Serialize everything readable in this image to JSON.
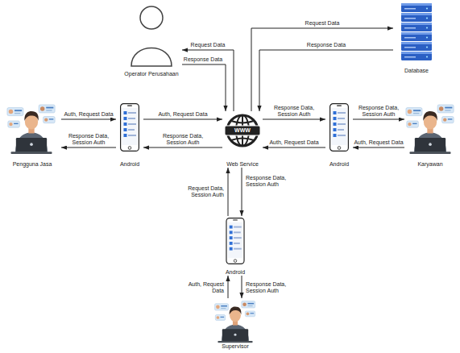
{
  "diagram": {
    "nodes": [
      {
        "text": [
          "Operator Perusahaan"
        ]
      },
      {
        "text": [
          "Database"
        ]
      },
      {
        "text": [
          "Pengguna Jasa"
        ]
      },
      {
        "text": [
          "Android"
        ]
      },
      {
        "text": [
          "Web Service"
        ]
      },
      {
        "text": [
          "Android"
        ]
      },
      {
        "text": [
          "Karyawan"
        ]
      },
      {
        "text": [
          "Android"
        ]
      },
      {
        "text": [
          "Supervisor"
        ]
      }
    ],
    "edges": [
      {
        "from": 4,
        "to": 0,
        "arrow": "to",
        "label": "Request Data"
      },
      {
        "from": 0,
        "to": 4,
        "arrow": "to",
        "label": "Response Data"
      },
      {
        "from": 4,
        "to": 1,
        "arrow": "to",
        "label": "Request Data"
      },
      {
        "from": 1,
        "to": 4,
        "arrow": "to",
        "label": "Response Data"
      },
      {
        "from": 2,
        "to": 3,
        "arrow": "to",
        "label": "Auth, Request Data"
      },
      {
        "from": 3,
        "to": 2,
        "arrow": "to",
        "label": "Response Data, Session Auth"
      },
      {
        "from": 3,
        "to": 4,
        "arrow": "to",
        "label": "Auth, Request Data"
      },
      {
        "from": 4,
        "to": 3,
        "arrow": "to",
        "label": "Response Data, Session Auth"
      },
      {
        "from": 4,
        "to": 5,
        "arrow": "to",
        "label": "Response Data, Session Auth"
      },
      {
        "from": 5,
        "to": 4,
        "arrow": "to",
        "label": "Auth, Request Data"
      },
      {
        "from": 5,
        "to": 6,
        "arrow": "to",
        "label": "Response Data, Session Auth"
      },
      {
        "from": 6,
        "to": 5,
        "arrow": "to",
        "label": "Auth, Request Data"
      },
      {
        "from": 7,
        "to": 4,
        "arrow": "to",
        "label": "Request Data, Session Auth"
      },
      {
        "from": 4,
        "to": 7,
        "arrow": "to",
        "label": "Response Data, Session Auth"
      },
      {
        "from": 8,
        "to": 7,
        "arrow": "to",
        "label": "Auth, Request Data"
      },
      {
        "from": 7,
        "to": 8,
        "arrow": "to",
        "label": "Response Data, Session Auth"
      }
    ],
    "labels": [
      "WWW"
    ]
  }
}
